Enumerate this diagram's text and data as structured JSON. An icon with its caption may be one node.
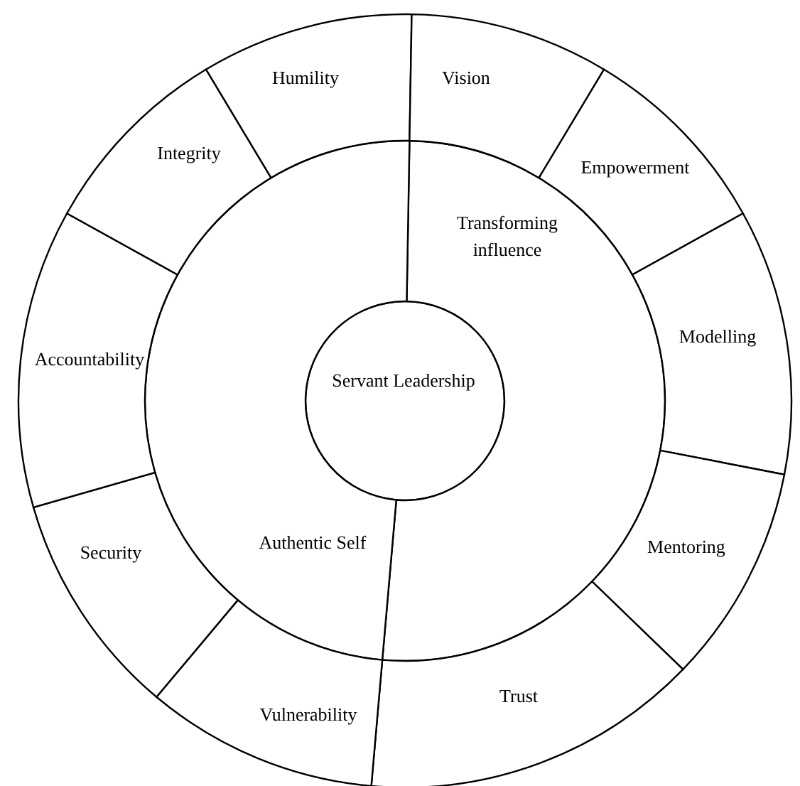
{
  "diagram": {
    "nodes": [
      {
        "text": [
          "Servant Leadership"
        ]
      },
      {
        "text": [
          "Transforming influence"
        ]
      },
      {
        "text": [
          "Authentic Self"
        ]
      },
      {
        "text": [
          "Humility"
        ]
      },
      {
        "text": [
          "Vision"
        ]
      },
      {
        "text": [
          "Empowerment"
        ]
      },
      {
        "text": [
          "Modelling"
        ]
      },
      {
        "text": [
          "Mentoring"
        ]
      },
      {
        "text": [
          "Trust"
        ]
      },
      {
        "text": [
          "Vulnerability"
        ]
      },
      {
        "text": [
          "Security"
        ]
      },
      {
        "text": [
          "Accountability"
        ]
      },
      {
        "text": [
          "Integrity"
        ]
      }
    ]
  }
}
